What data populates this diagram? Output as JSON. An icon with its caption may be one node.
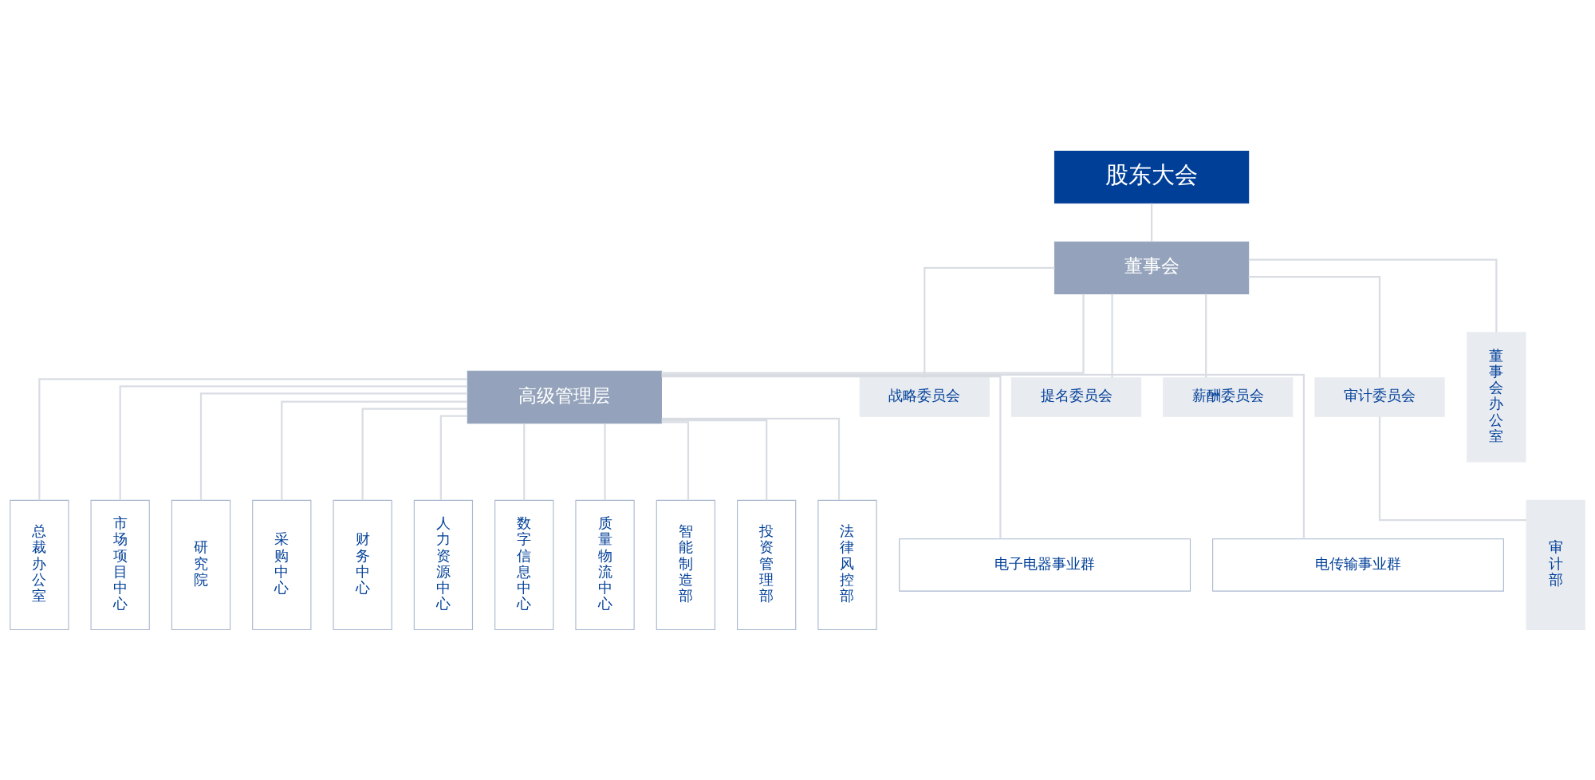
{
  "diagram": {
    "nodes": [
      {
        "text": [
          "股东大会"
        ]
      },
      {
        "text": [
          "董事会"
        ]
      },
      {
        "text": [
          "高级管理层"
        ]
      },
      {
        "text": [
          "战略委员会"
        ]
      },
      {
        "text": [
          "提名委员会"
        ]
      },
      {
        "text": [
          "薪酬委员会"
        ]
      },
      {
        "text": [
          "审计委员会"
        ]
      },
      {
        "text": [
          "董事会办公室"
        ]
      },
      {
        "text": [
          "总裁办公室"
        ]
      },
      {
        "text": [
          "市场项目中心"
        ]
      },
      {
        "text": [
          "研究院"
        ]
      },
      {
        "text": [
          "采购中心"
        ]
      },
      {
        "text": [
          "财务中心"
        ]
      },
      {
        "text": [
          "人力资源中心"
        ]
      },
      {
        "text": [
          "数字信息中心"
        ]
      },
      {
        "text": [
          "质量物流中心"
        ]
      },
      {
        "text": [
          "智能制造部"
        ]
      },
      {
        "text": [
          "投资管理部"
        ]
      },
      {
        "text": [
          "法律风控部"
        ]
      },
      {
        "text": [
          "审计部"
        ]
      },
      {
        "text": [
          "电子电器事业群"
        ]
      },
      {
        "text": [
          "电传输事业群"
        ]
      }
    ],
    "edges": [
      {
        "from": 0,
        "to": 1,
        "arrow": "none"
      },
      {
        "from": 1,
        "to": 2,
        "arrow": "none"
      },
      {
        "from": 1,
        "to": 3,
        "arrow": "none"
      },
      {
        "from": 1,
        "to": 4,
        "arrow": "none"
      },
      {
        "from": 1,
        "to": 5,
        "arrow": "none"
      },
      {
        "from": 1,
        "to": 6,
        "arrow": "none"
      },
      {
        "from": 1,
        "to": 7,
        "arrow": "none"
      },
      {
        "from": 6,
        "to": 19,
        "arrow": "none"
      },
      {
        "from": 2,
        "to": 8,
        "arrow": "none"
      },
      {
        "from": 2,
        "to": 9,
        "arrow": "none"
      },
      {
        "from": 2,
        "to": 10,
        "arrow": "none"
      },
      {
        "from": 2,
        "to": 11,
        "arrow": "none"
      },
      {
        "from": 2,
        "to": 12,
        "arrow": "none"
      },
      {
        "from": 2,
        "to": 13,
        "arrow": "none"
      },
      {
        "from": 2,
        "to": 14,
        "arrow": "none"
      },
      {
        "from": 2,
        "to": 15,
        "arrow": "none"
      },
      {
        "from": 2,
        "to": 16,
        "arrow": "none"
      },
      {
        "from": 2,
        "to": 17,
        "arrow": "none"
      },
      {
        "from": 2,
        "to": 18,
        "arrow": "none"
      },
      {
        "from": 2,
        "to": 20,
        "arrow": "none"
      },
      {
        "from": 2,
        "to": 21,
        "arrow": "none"
      }
    ]
  }
}
